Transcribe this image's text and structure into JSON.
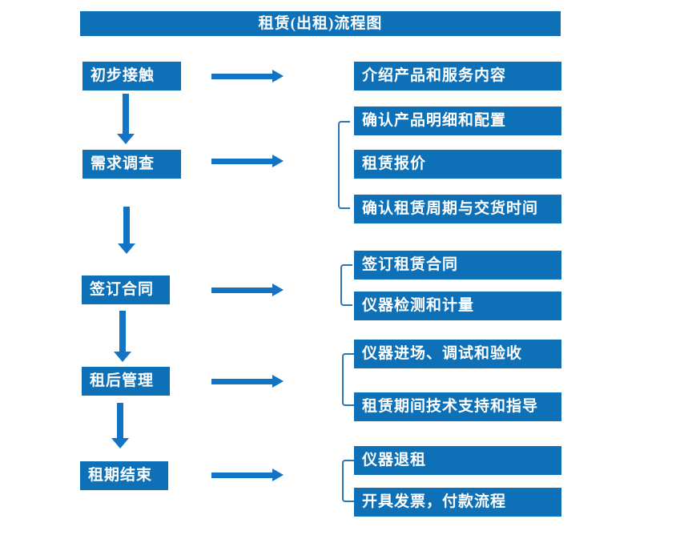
{
  "page": {
    "title": "租赁(出租)流程图"
  },
  "colors": {
    "box_blue": "#0E71B8",
    "arrow_blue": "#1373C4",
    "bracket_blue": "#2E75B6",
    "text_white": "#FFFFFF",
    "background": "#FFFFFF"
  },
  "flow": {
    "stages": [
      {
        "label": "初步接触",
        "details": [
          "介绍产品和服务内容"
        ]
      },
      {
        "label": "需求调查",
        "details": [
          "确认产品明细和配置",
          "租赁报价",
          "确认租赁周期与交货时间"
        ]
      },
      {
        "label": "签订合同",
        "details": [
          "签订租赁合同",
          "仪器检测和计量"
        ]
      },
      {
        "label": "租后管理",
        "details": [
          "仪器进场、调试和验收",
          "租赁期间技术支持和指导"
        ]
      },
      {
        "label": "租期结束",
        "details": [
          "仪器退租",
          "开具发票，付款流程"
        ]
      }
    ]
  }
}
